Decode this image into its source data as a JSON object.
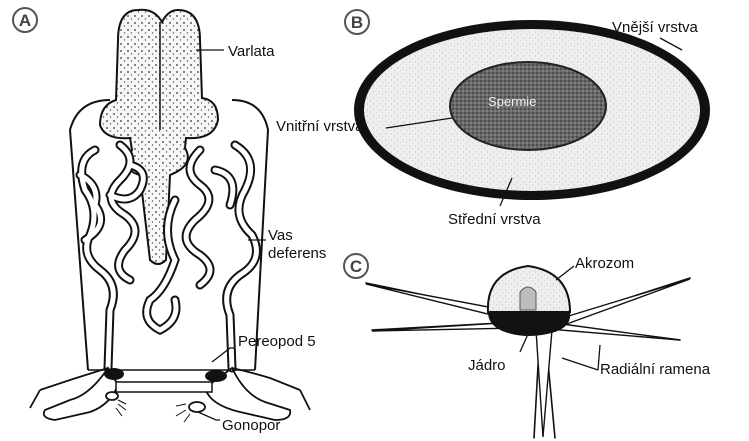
{
  "panels": {
    "a": {
      "letter": "A"
    },
    "b": {
      "letter": "B"
    },
    "c": {
      "letter": "C"
    }
  },
  "labels": {
    "varlata": "Varlata",
    "vas_deferens_1": "Vas",
    "vas_deferens_2": "deferens",
    "pereopod": "Pereopod 5",
    "gonopor": "Gonopor",
    "vnejsi": "Vnější vrstva",
    "vnitrni": "Vnitřní vrstva",
    "spermie": "Spermie",
    "stredni": "Střední vrstva",
    "akrozom": "Akrozom",
    "jadro": "Jádro",
    "radialni": "Radiální ramena"
  }
}
